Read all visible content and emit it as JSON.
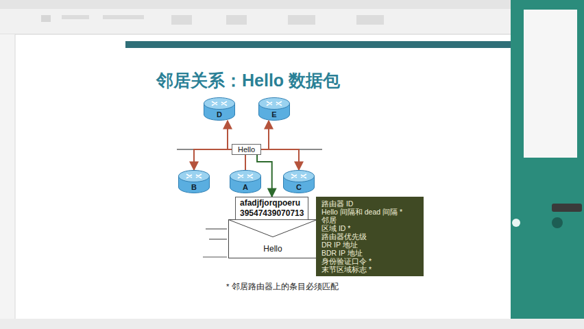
{
  "diagram": {
    "title": "邻居关系：Hello 数据包",
    "caption": "* 邻居路由器上的条目必须匹配",
    "nodes": [
      {
        "text": [
          "D"
        ]
      },
      {
        "text": [
          "E"
        ]
      },
      {
        "text": [
          "Hello"
        ]
      },
      {
        "text": [
          "B"
        ]
      },
      {
        "text": [
          "A"
        ]
      },
      {
        "text": [
          "C"
        ]
      },
      {
        "text": [
          "afadjfjorqpoeru",
          "39547439070713"
        ]
      },
      {
        "text": [
          "Hello"
        ]
      },
      {
        "text": [
          "路由器 ID",
          "Hello 间隔和 dead 间隔 *",
          "邻居",
          "区域 ID *",
          "路由器优先级",
          "DR IP 地址",
          "BDR IP 地址",
          "身份验证口令 *",
          "末节区域标志 *"
        ]
      }
    ],
    "edges": [
      {
        "from": 2,
        "to": 0,
        "arrow": "to"
      },
      {
        "from": 2,
        "to": 1,
        "arrow": "to"
      },
      {
        "from": 2,
        "to": 3,
        "arrow": "to"
      },
      {
        "from": 2,
        "to": 5,
        "arrow": "to"
      },
      {
        "from": 4,
        "to": 2,
        "arrow": "none"
      },
      {
        "from": 2,
        "to": 6,
        "arrow": "to"
      }
    ]
  }
}
